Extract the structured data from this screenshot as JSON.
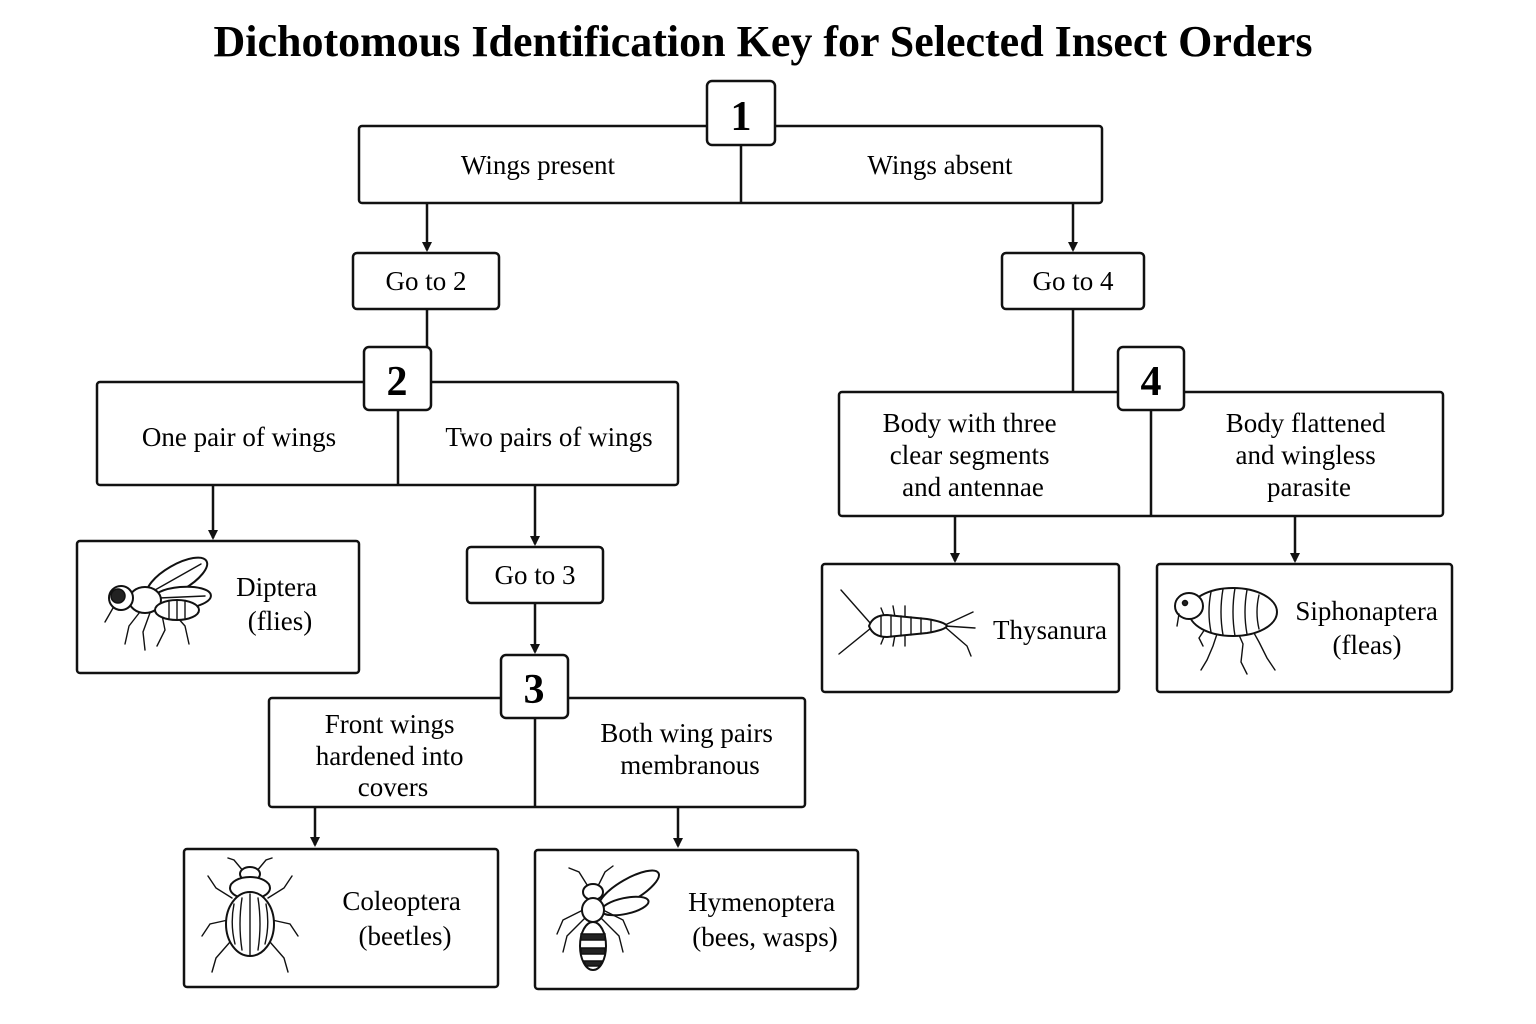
{
  "title": "Dichotomous Identification Key for Selected Insect Orders",
  "couplets": [
    {
      "number": "1",
      "option_a": [
        "Wings present"
      ],
      "option_b": [
        "Wings absent"
      ]
    },
    {
      "number": "2",
      "option_a": [
        "One pair of wings"
      ],
      "option_b": [
        "Two pairs of wings"
      ]
    },
    {
      "number": "3",
      "option_a": [
        "Front wings",
        "hardened into",
        "covers"
      ],
      "option_b": [
        "Both wing pairs",
        "membranous"
      ]
    },
    {
      "number": "4",
      "option_a": [
        "Body with three",
        "clear segments",
        "and antennae"
      ],
      "option_b": [
        "Body flattened",
        "and wingless",
        "parasite"
      ]
    }
  ],
  "goto": [
    "Go to 2",
    "Go to 3",
    "Go to 4"
  ],
  "results": [
    {
      "order": "Diptera",
      "common": "(flies)",
      "icon": "fly-icon"
    },
    {
      "order": "Coleoptera",
      "common": "(beetles)",
      "icon": "beetle-icon"
    },
    {
      "order": "Hymenoptera",
      "common": "(bees, wasps)",
      "icon": "wasp-icon"
    },
    {
      "order": "Thysanura",
      "common": "",
      "icon": "silverfish-icon"
    },
    {
      "order": "Siphonaptera",
      "common": "(fleas)",
      "icon": "flea-icon"
    }
  ]
}
